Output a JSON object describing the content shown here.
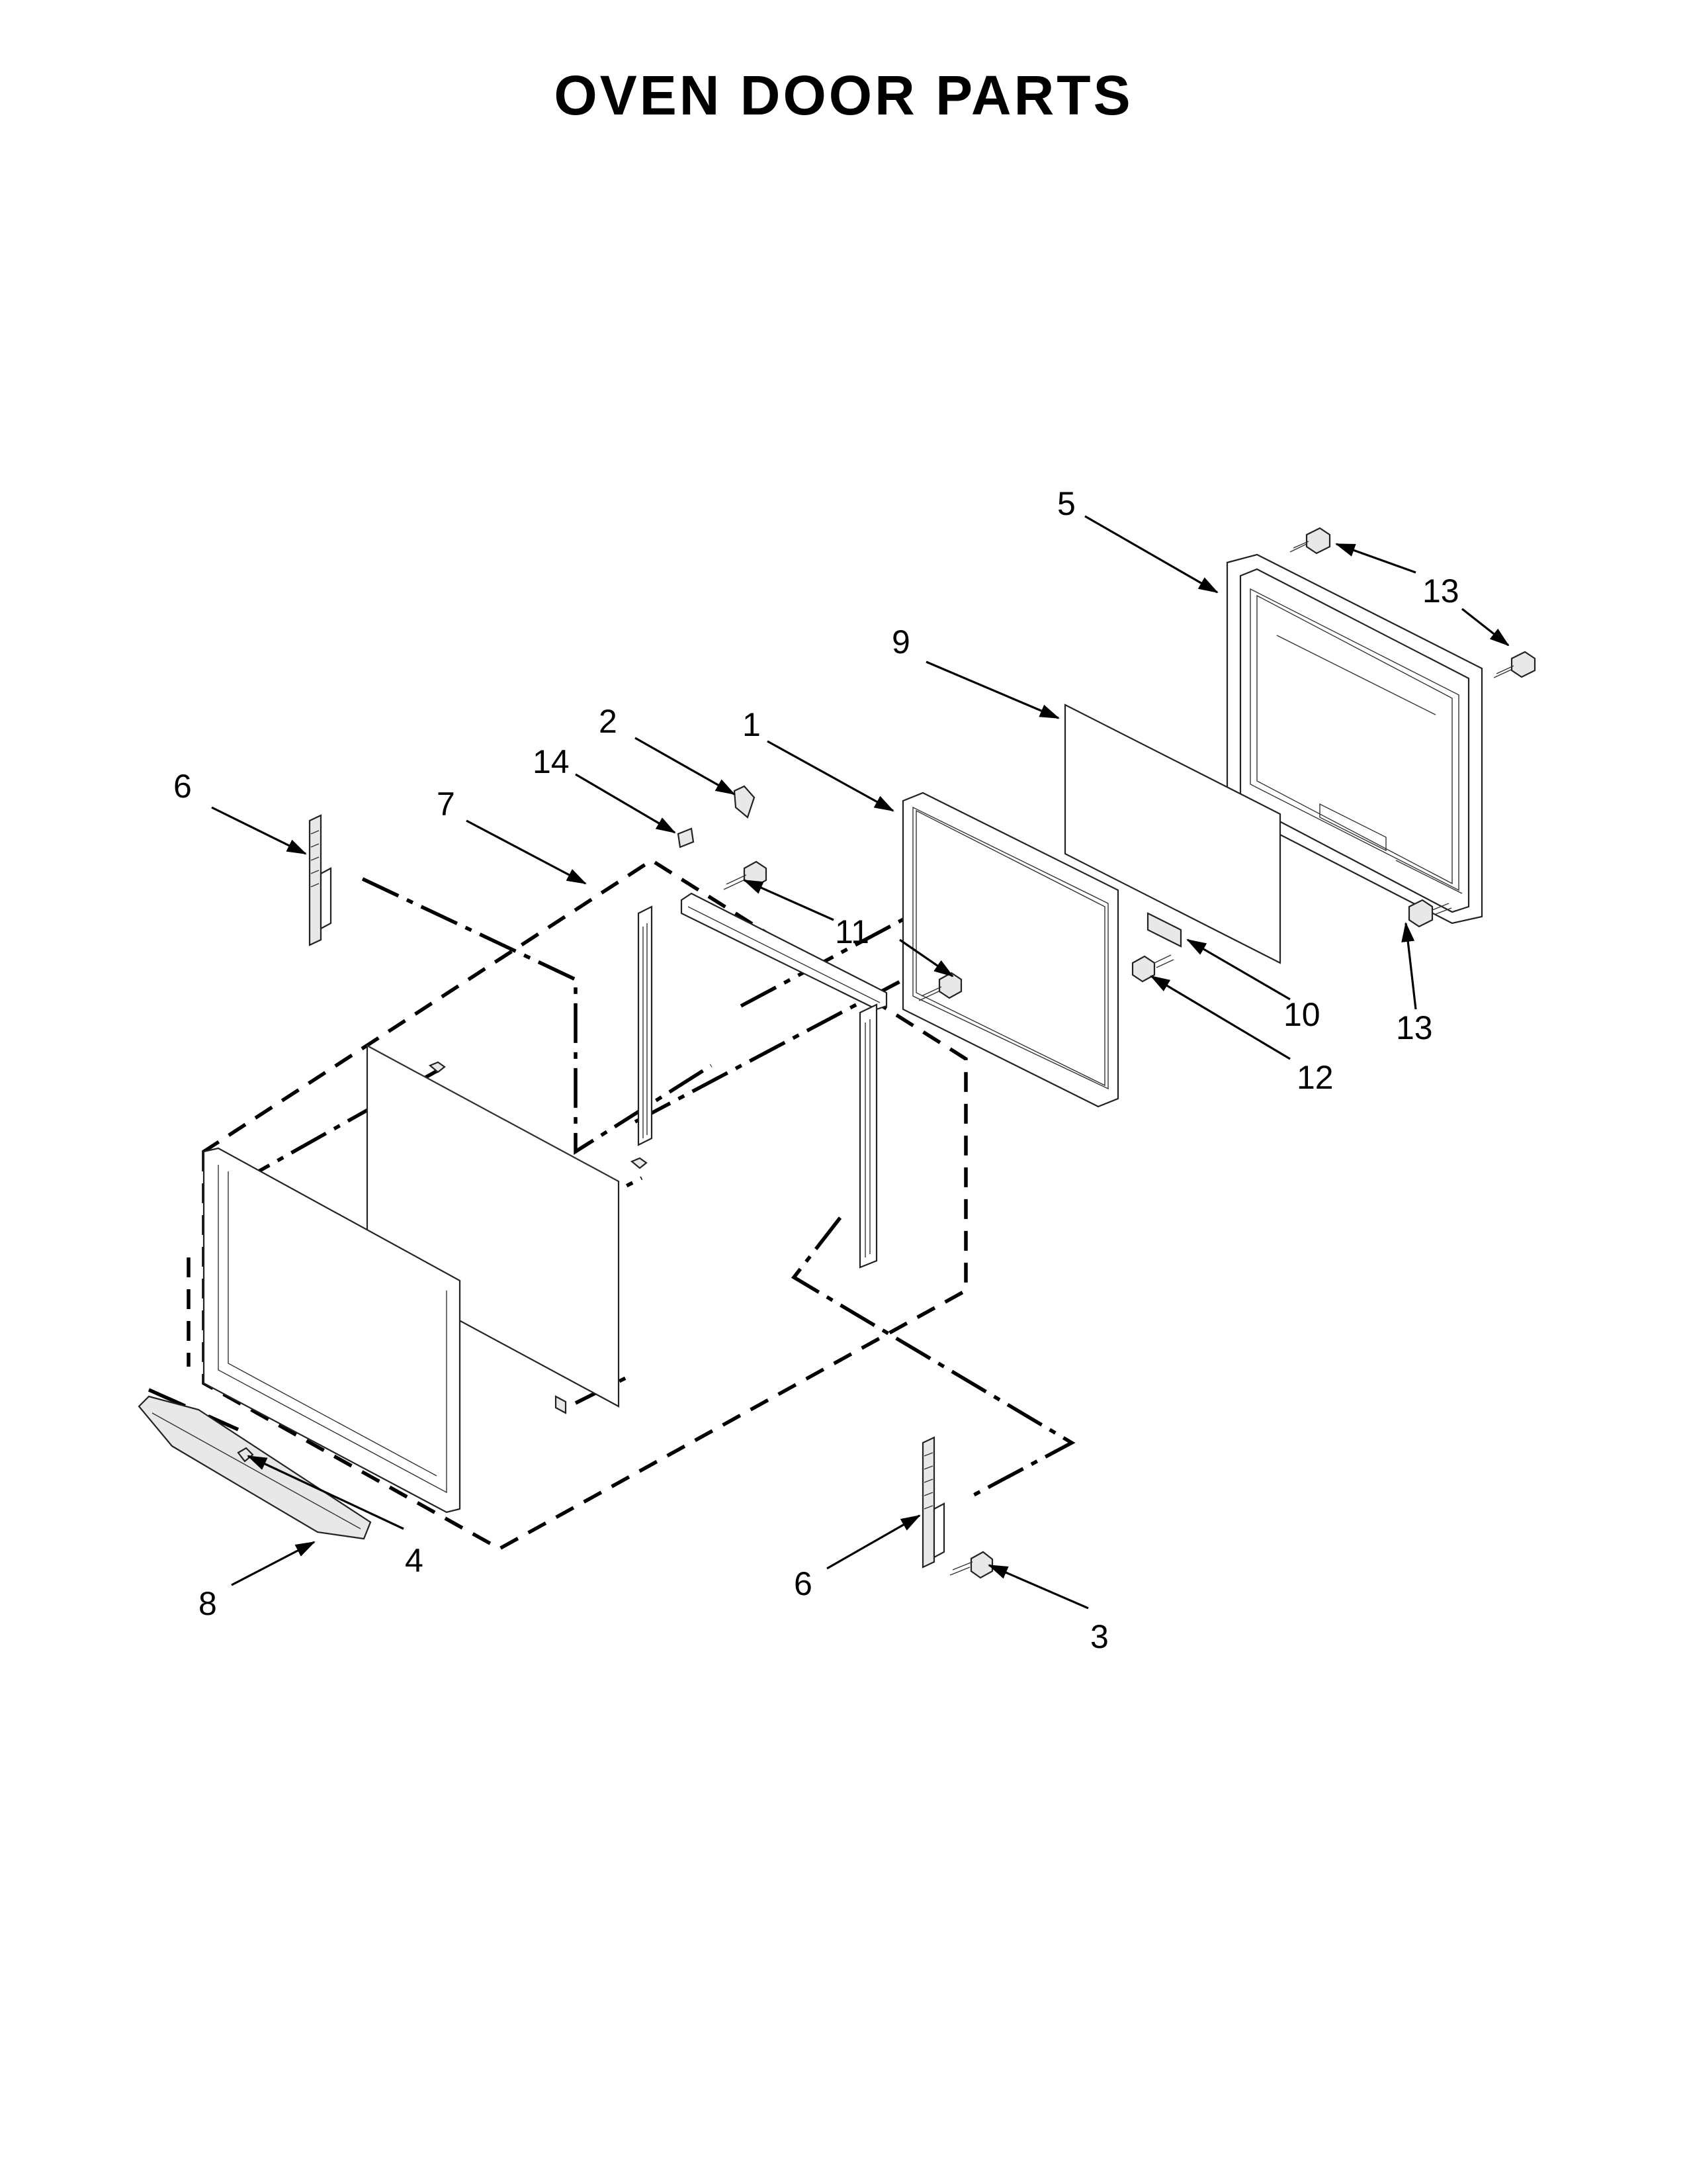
{
  "title": "OVEN DOOR PARTS",
  "callouts": [
    {
      "id": "c5",
      "label": "5"
    },
    {
      "id": "c13a",
      "label": "13"
    },
    {
      "id": "c9",
      "label": "9"
    },
    {
      "id": "c2",
      "label": "2"
    },
    {
      "id": "c1",
      "label": "1"
    },
    {
      "id": "c14",
      "label": "14"
    },
    {
      "id": "c6a",
      "label": "6"
    },
    {
      "id": "c7",
      "label": "7"
    },
    {
      "id": "c11",
      "label": "11"
    },
    {
      "id": "c10",
      "label": "10"
    },
    {
      "id": "c13b",
      "label": "13"
    },
    {
      "id": "c12",
      "label": "12"
    },
    {
      "id": "c4",
      "label": "4"
    },
    {
      "id": "c8",
      "label": "8"
    },
    {
      "id": "c6b",
      "label": "6"
    },
    {
      "id": "c3",
      "label": "3"
    }
  ],
  "parts": [
    {
      "number": "1",
      "icon": "inner-door-frame"
    },
    {
      "number": "2",
      "icon": "clip"
    },
    {
      "number": "3",
      "icon": "hinge-screw"
    },
    {
      "number": "4",
      "icon": "handle-screw"
    },
    {
      "number": "5",
      "icon": "outer-door-panel"
    },
    {
      "number": "6",
      "icon": "door-hinge"
    },
    {
      "number": "7",
      "icon": "door-assembly"
    },
    {
      "number": "8",
      "icon": "door-handle"
    },
    {
      "number": "9",
      "icon": "door-glass"
    },
    {
      "number": "10",
      "icon": "glass-retainer"
    },
    {
      "number": "11",
      "icon": "frame-screw"
    },
    {
      "number": "12",
      "icon": "retainer-screw"
    },
    {
      "number": "13",
      "icon": "panel-screw"
    },
    {
      "number": "14",
      "icon": "spacer-pad"
    }
  ]
}
